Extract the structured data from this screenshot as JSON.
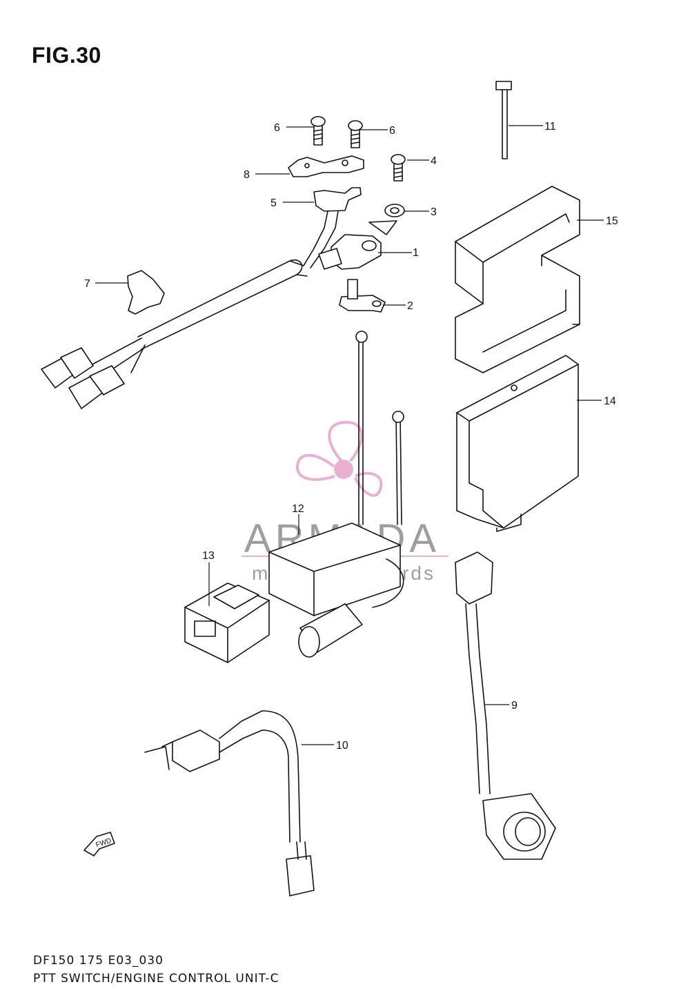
{
  "figure": {
    "title": "FIG.30",
    "code": "DF150 175 E03_030",
    "name": "PTT SWITCH/ENGINE CONTROL UNIT-C"
  },
  "watermark": {
    "name": "ARMADA",
    "tagline": "marine outboards",
    "accent_color": "#e6a3c8",
    "text_color": "#8e8e8e"
  },
  "fwd_marker": {
    "text": "FWD",
    "icon": "fwd-arrow-icon"
  },
  "callouts": [
    {
      "id": "1",
      "label": "1"
    },
    {
      "id": "2",
      "label": "2"
    },
    {
      "id": "3",
      "label": "3"
    },
    {
      "id": "4",
      "label": "4"
    },
    {
      "id": "5",
      "label": "5"
    },
    {
      "id": "6a",
      "label": "6"
    },
    {
      "id": "6b",
      "label": "6"
    },
    {
      "id": "7",
      "label": "7"
    },
    {
      "id": "8",
      "label": "8"
    },
    {
      "id": "9",
      "label": "9"
    },
    {
      "id": "10",
      "label": "10"
    },
    {
      "id": "11",
      "label": "11"
    },
    {
      "id": "12",
      "label": "12"
    },
    {
      "id": "13",
      "label": "13"
    },
    {
      "id": "14",
      "label": "14"
    },
    {
      "id": "15",
      "label": "15"
    }
  ]
}
